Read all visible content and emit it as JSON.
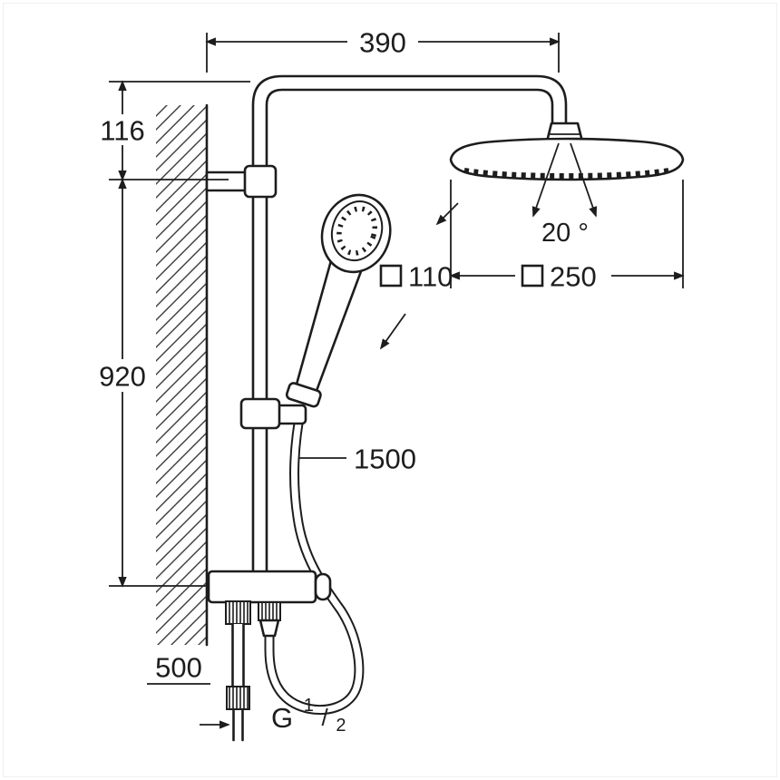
{
  "colors": {
    "ink": "#1d1d1d",
    "paper": "#ffffff"
  },
  "diagram": {
    "dimensions": {
      "arm_projection_mm": "390",
      "head_drop_mm": "116",
      "rail_height_mm": "920",
      "supply_length_mm": "500",
      "hose_length_mm": "1500",
      "hand_shower_face_mm": "110",
      "head_shower_face_mm": "250",
      "swivel_angle_deg": "20 °"
    },
    "thread": {
      "letter": "G",
      "numerator": "1",
      "slash": "/",
      "denominator": "2"
    }
  }
}
